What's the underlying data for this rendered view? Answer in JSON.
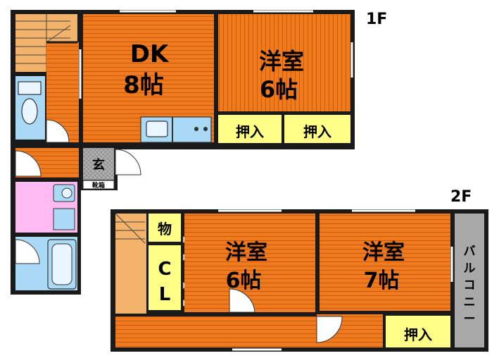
{
  "floor1": {
    "label": "1F",
    "rooms": {
      "dk": {
        "name": "DK",
        "size": "8帖"
      },
      "western": {
        "name": "洋室",
        "size": "6帖"
      }
    },
    "closet_a": "押入",
    "closet_b": "押入",
    "entrance": "玄",
    "shoe_box": "靴箱"
  },
  "floor2": {
    "label": "2F",
    "storage": "物",
    "cl_c": "C",
    "cl_l": "L",
    "room6": {
      "name": "洋室",
      "size": "6帖"
    },
    "room7": {
      "name": "洋室",
      "size": "7帖"
    },
    "closet": "押入",
    "balcony": [
      "バ",
      "ル",
      "コ",
      "ニ",
      "ー"
    ]
  },
  "colors": {
    "floor_orange": "#f07a1e",
    "floor_line": "#c85a10",
    "wall": "#1a1a1a",
    "closet": "#ffff88",
    "washroom_pink": "#ffbaf2",
    "water_blue": "#a9d9f5",
    "balcony_gray": "#a8a8a8",
    "entrance_gray": "#9a9a9a"
  }
}
